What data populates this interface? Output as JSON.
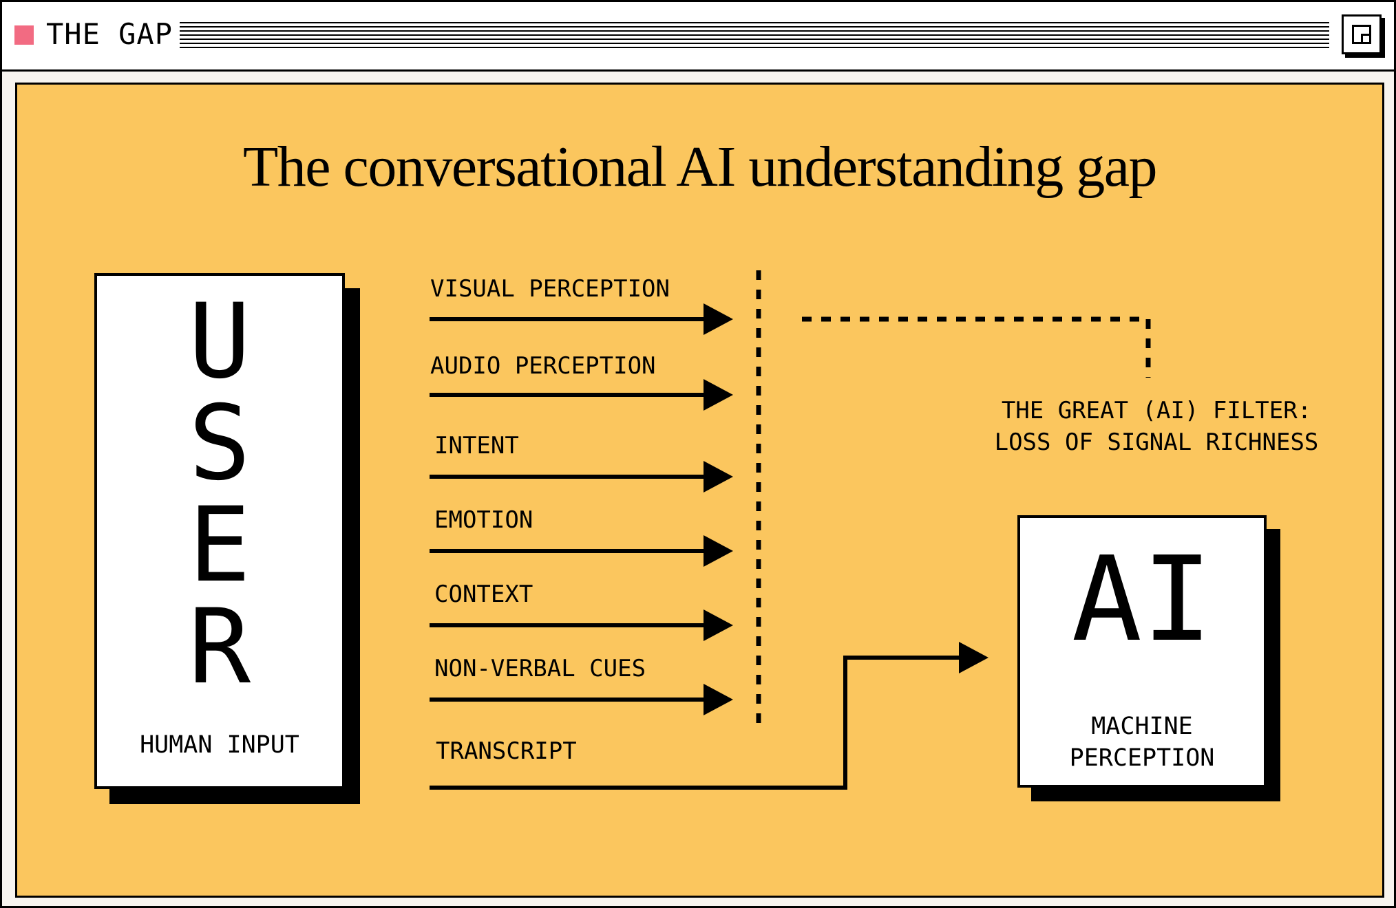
{
  "window": {
    "title": "THE GAP",
    "colors": {
      "close": "#f26b82",
      "panel": "#fbc65e",
      "ink": "#000000",
      "frame": "#f7f4ef"
    },
    "icons": {
      "close": "close-square-icon",
      "maximize": "maximize-icon"
    }
  },
  "diagram": {
    "title": "The conversational AI understanding gap",
    "user": {
      "label": "USER",
      "caption": "HUMAN INPUT"
    },
    "signals": [
      "VISUAL PERCEPTION",
      "AUDIO PERCEPTION",
      "INTENT",
      "EMOTION",
      "CONTEXT",
      "NON-VERBAL CUES"
    ],
    "transcript": "TRANSCRIPT",
    "filter": {
      "line1": "THE GREAT (AI) FILTER:",
      "line2": "LOSS OF SIGNAL RICHNESS"
    },
    "ai": {
      "label": "AI",
      "caption_line1": "MACHINE",
      "caption_line2": "PERCEPTION"
    }
  }
}
